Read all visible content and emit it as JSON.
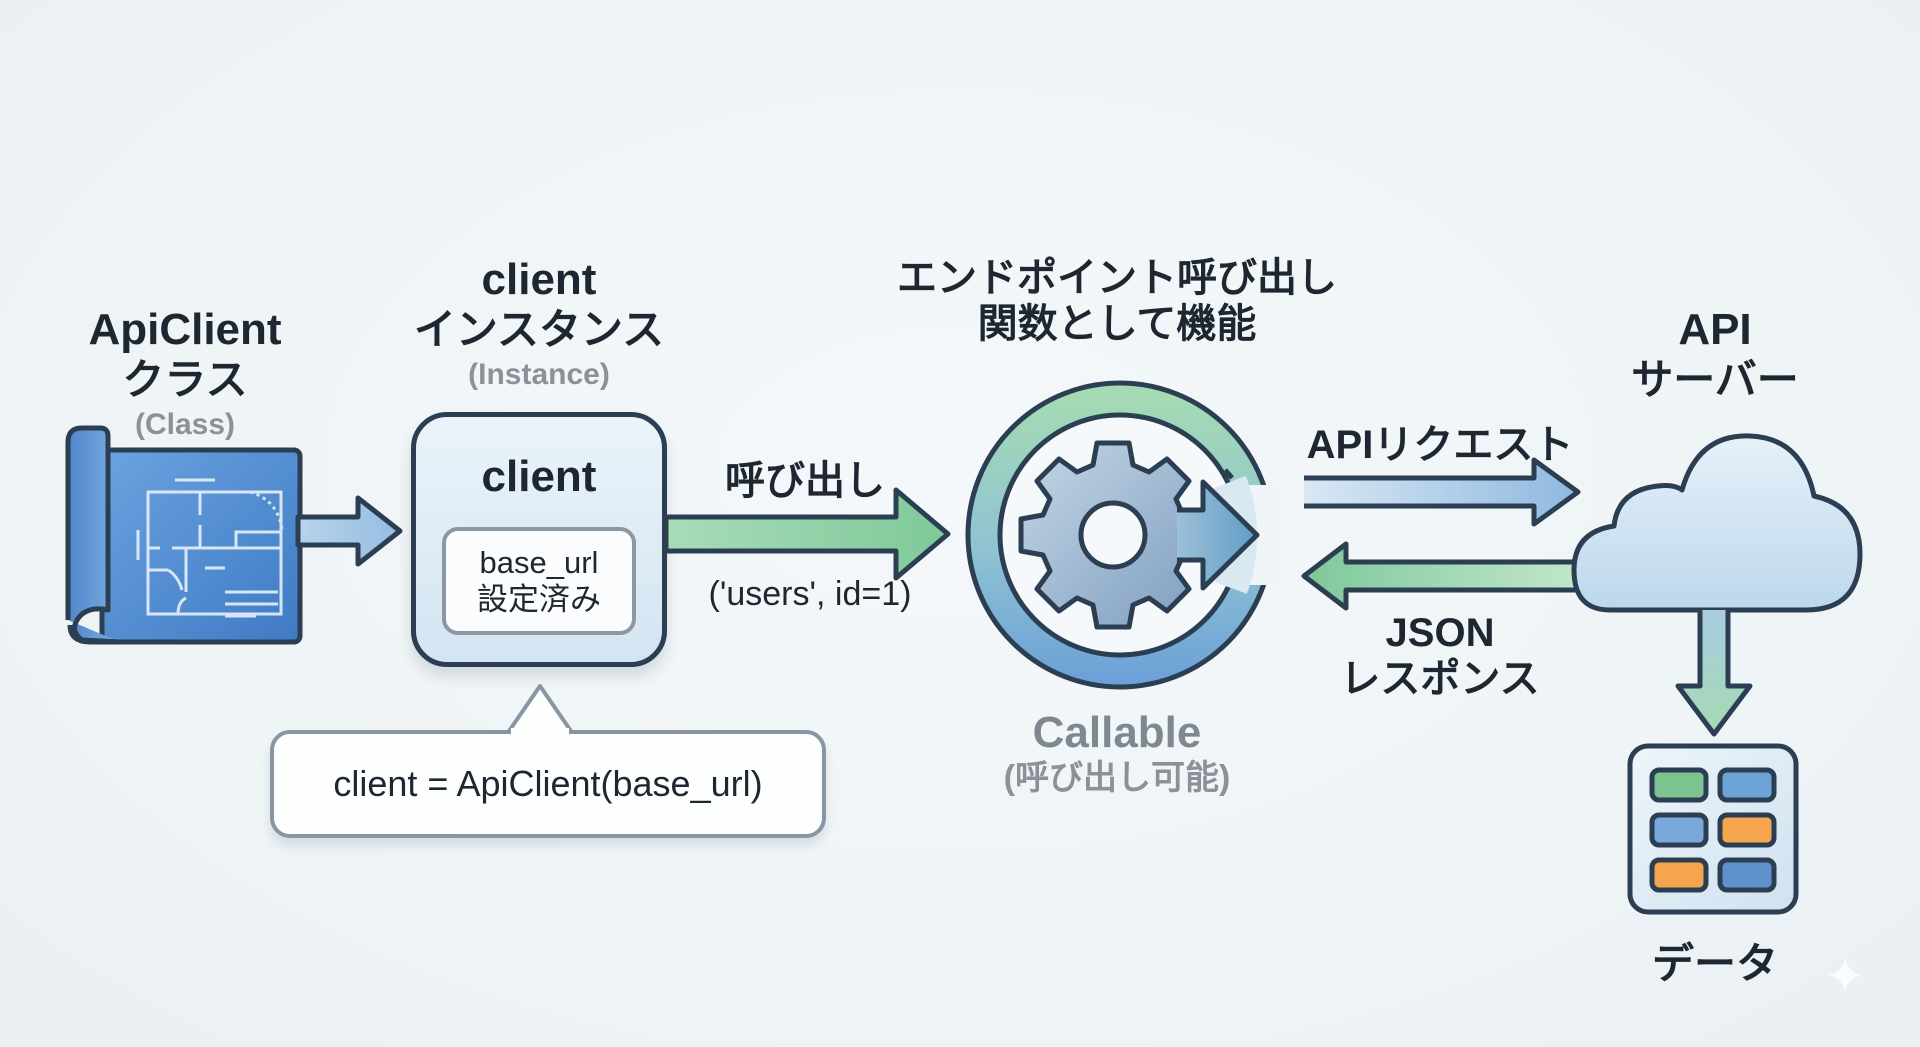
{
  "nodes": {
    "class": {
      "title_line1": "ApiClient",
      "title_line2": "クラス",
      "subtitle": "(Class)",
      "icon": "blueprint-icon"
    },
    "instance": {
      "title_line1": "client",
      "title_line2": "インスタンス",
      "subtitle": "(Instance)",
      "box_name": "client",
      "inner_line1": "base_url",
      "inner_line2": "設定済み",
      "callout_code": "client = ApiClient(base_url)"
    },
    "callable": {
      "title_line1": "エンドポイント呼び出し",
      "title_line2": "関数として機能",
      "label_line1": "Callable",
      "label_line2": "(呼び出し可能)",
      "icon": "gear-arrow-icon"
    },
    "server": {
      "title_line1": "API",
      "title_line2": "サーバー",
      "icon": "cloud-icon"
    },
    "data": {
      "label": "データ",
      "icon": "data-grid-icon",
      "cell_colors": [
        "#7cc38f",
        "#6ea3d8",
        "#78a9da",
        "#f4a54e",
        "#f4a54e",
        "#5f92cc"
      ]
    }
  },
  "edges": {
    "class_to_instance": {
      "label": ""
    },
    "call": {
      "label": "呼び出し",
      "params": "('users', id=1)"
    },
    "api_request": {
      "label": "APIリクエスト"
    },
    "json_response": {
      "label_line1": "JSON",
      "label_line2": "レスポンス"
    },
    "server_to_data": {
      "label": ""
    }
  },
  "colors": {
    "outline": "#2b3e52",
    "blue": "#5b93d3",
    "light_blue": "#cfe3f2",
    "green": "#8ccfa0",
    "orange": "#f4a54e",
    "muted_text": "#8a9198"
  }
}
